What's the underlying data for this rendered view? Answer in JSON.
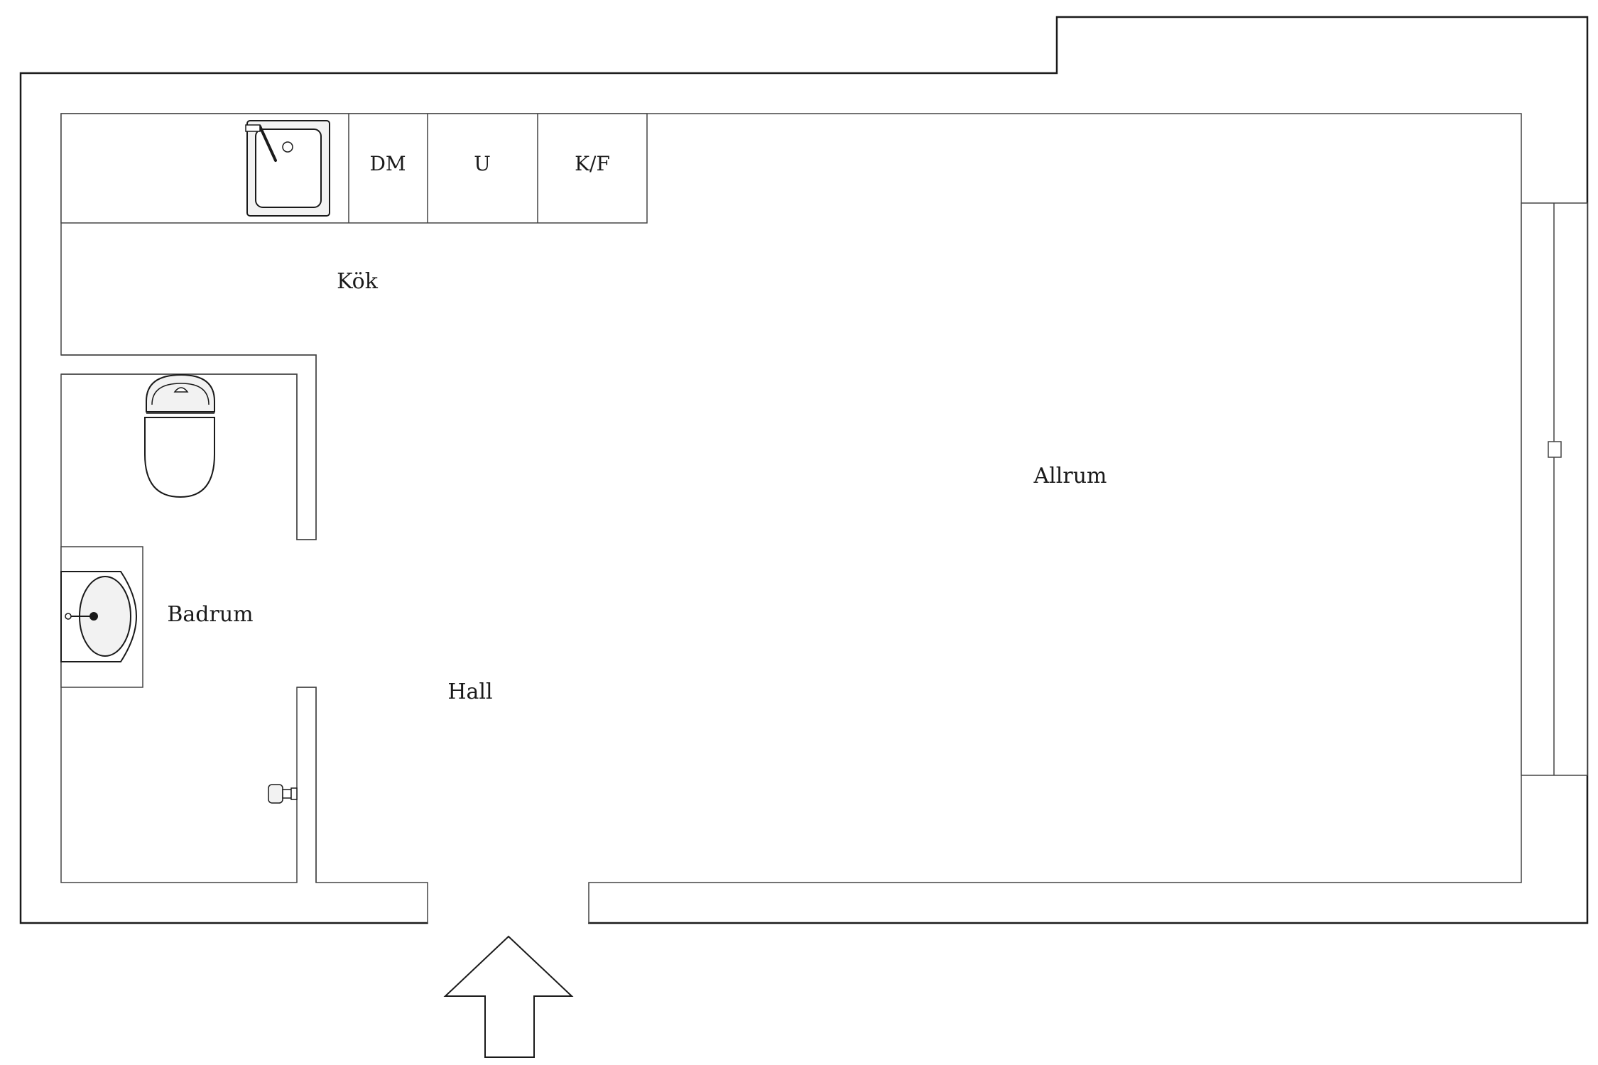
{
  "floorplan": {
    "rooms": {
      "kitchen": "Kök",
      "living": "Allrum",
      "bathroom": "Badrum",
      "hall": "Hall"
    },
    "appliances": {
      "dishwasher": "DM",
      "oven": "U",
      "fridge_freezer": "K/F"
    },
    "colors": {
      "wall_fill": "#ffffff",
      "wall_stroke": "#1a1a1a",
      "line": "#444444",
      "fixture_fill": "#f2f2f2"
    },
    "icons": [
      "kitchen-sink-icon",
      "toilet-icon",
      "washbasin-icon",
      "radiator-valve-icon",
      "entrance-arrow-icon"
    ]
  }
}
